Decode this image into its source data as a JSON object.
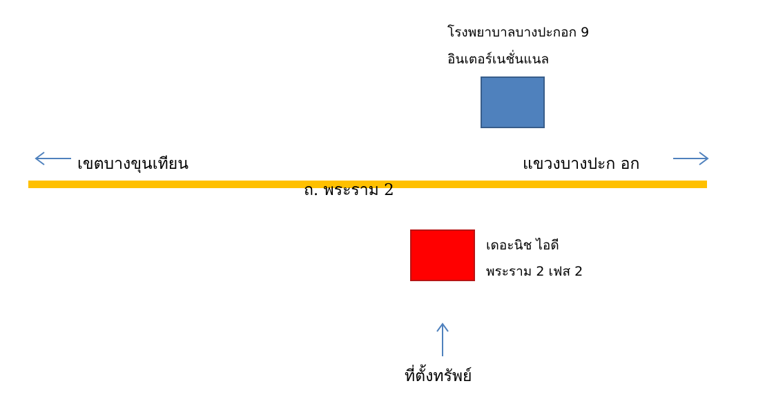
{
  "map": {
    "hospital": {
      "line1": "โรงพยาบาลบางปะกอก 9",
      "line2": "อินเตอร์เนชั่นแนล"
    },
    "left_direction": "เขตบางขุนเทียน",
    "right_direction": "แขวงบางปะก อก",
    "road_name": "ถ. พระราม 2",
    "property": {
      "line1": "เดอะนิช ไอดี",
      "line2": "พระราม 2 เฟส 2"
    },
    "location_label": "ที่ตั้งทรัพย์",
    "colors": {
      "road": "#ffc000",
      "hospital_marker": "#4f81bd",
      "property_marker": "#ff0000",
      "arrow": "#4f81bd"
    },
    "icons": [
      "left-arrow-icon",
      "right-arrow-icon",
      "up-arrow-icon"
    ]
  }
}
